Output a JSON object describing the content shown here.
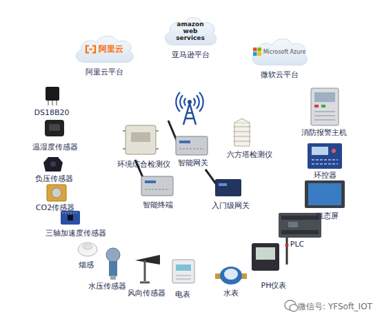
{
  "diagram": {
    "nodes": [
      {
        "text": [
          "阿里云",
          "阿里云平台"
        ]
      },
      {
        "text": [
          "amazon web services",
          "亚马逊平台"
        ]
      },
      {
        "text": [
          "Microsoft Azure",
          "微软云平台"
        ]
      }
    ],
    "labels": [
      "DS18B20",
      "温湿度传感器",
      "负压传感器",
      "CO2传感器",
      "三轴加速度传感器",
      "烟感",
      "水压传感器",
      "风向传感器",
      "电表",
      "水表",
      "PH仪表",
      "环境综合检测仪",
      "智能网关",
      "六方塔检测仪",
      "智能终端",
      "入门级网关",
      "消防报警主机",
      "环控器",
      "组态屏",
      "PLC",
      "微信号: YFSoft_IOT"
    ]
  }
}
